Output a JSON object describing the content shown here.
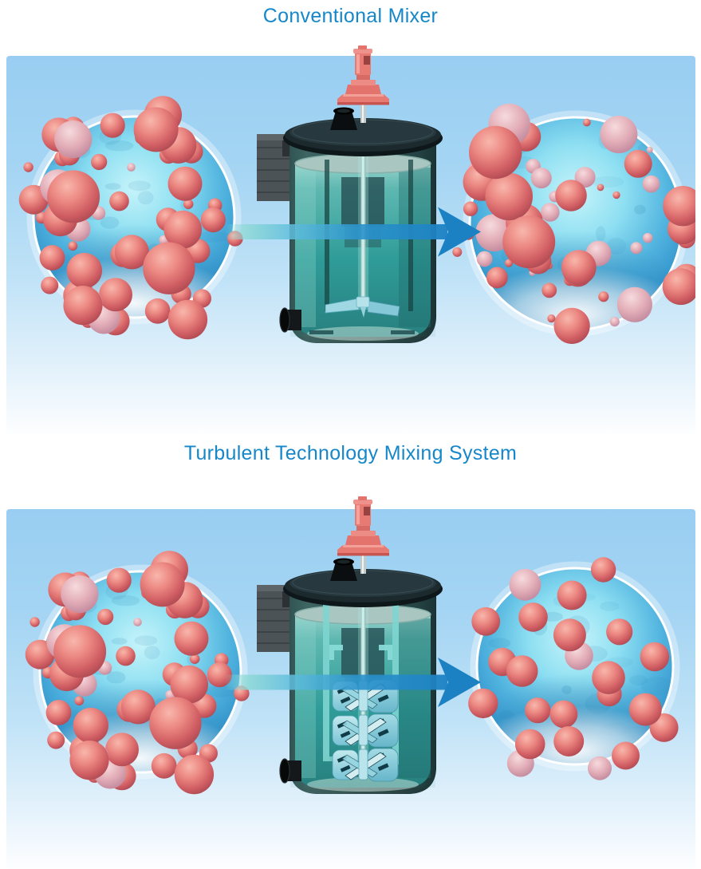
{
  "colors": {
    "title": "#1687C9",
    "panel_gradient_top": "#99CEF2",
    "panel_gradient_bottom": "#FDFEFF",
    "arrow_blue": "#1C81C3",
    "arrow_teal": "#8FD9D6",
    "sample_ring": "#FFFFFF",
    "sample_pool_center": "#C6F4FA",
    "sample_pool_edge": "#2A80BA",
    "particle_red": "#E2766F",
    "particle_pale": "#DFA5B0",
    "liquid_teal": "#2F9E9A",
    "tank_dark": "#1C2A2E",
    "motor_red": "#E87A74"
  },
  "sections": [
    {
      "id": "conventional",
      "title": "Conventional Mixer",
      "input_sample": {
        "style": "varied",
        "seed": 7,
        "count": 58,
        "r_min": 4,
        "r_max": 24
      },
      "output_sample": {
        "style": "varied",
        "seed": 13,
        "count": 56,
        "r_min": 4,
        "r_max": 24
      },
      "tank": {
        "impellers": 1,
        "baffle_style": "dark"
      }
    },
    {
      "id": "turbulent",
      "title": "Turbulent Technology Mixing System",
      "input_sample": {
        "style": "varied",
        "seed": 7,
        "count": 58,
        "r_min": 4,
        "r_max": 24
      },
      "output_sample": {
        "style": "uniform",
        "seed": 21,
        "count": 24,
        "r_min": 15,
        "r_max": 21
      },
      "tank": {
        "impellers": 3,
        "baffle_style": "bright"
      }
    }
  ]
}
